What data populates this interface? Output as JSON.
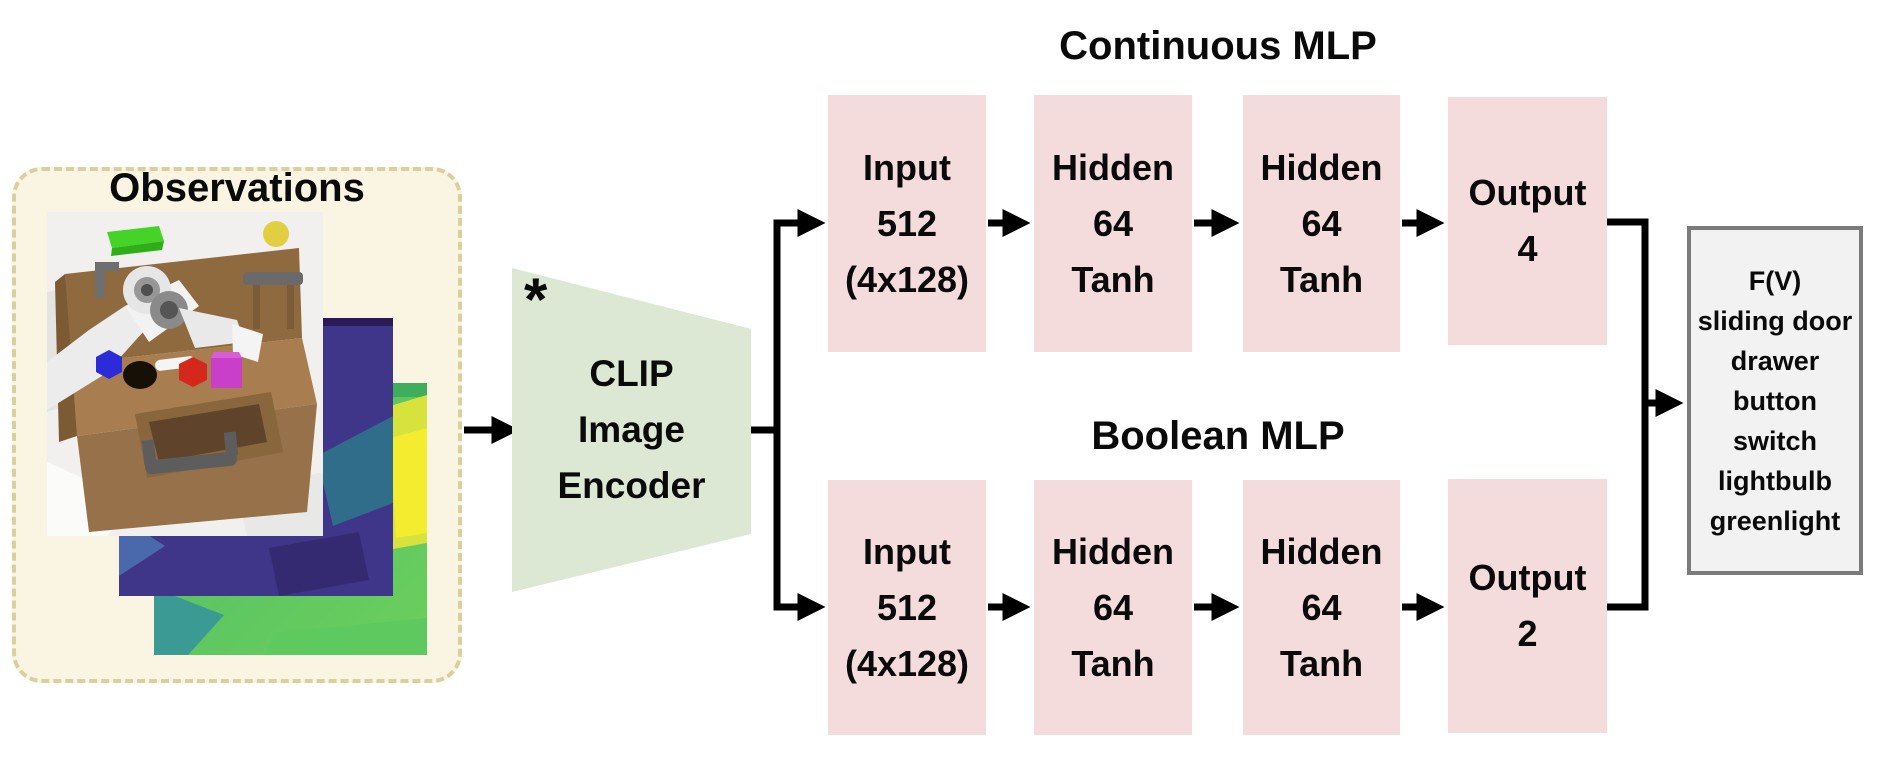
{
  "colors": {
    "canvas-bg": "#ffffff",
    "panel-bg": "#faf5e3",
    "panel-border": "#dccf9e",
    "layer-box": "#f5dcdc",
    "encoder-fill": "#dce8d4",
    "output-box-bg": "#f2f2f2",
    "output-box-border": "#7b7b7b",
    "connector": "#000000",
    "text": "#0a0a0a"
  },
  "observations": {
    "title": "Observations",
    "images": [
      "rgb-robot-scene",
      "depth-map-purple",
      "depth-map-green"
    ]
  },
  "encoder": {
    "footnote_marker": "*",
    "label": "CLIP\nImage\nEncoder"
  },
  "continuous_mlp": {
    "title": "Continuous MLP",
    "layers": [
      {
        "label": "Input\n512\n(4x128)"
      },
      {
        "label": "Hidden\n64\nTanh"
      },
      {
        "label": "Hidden\n64\nTanh"
      },
      {
        "label": "Output\n4"
      }
    ]
  },
  "boolean_mlp": {
    "title": "Boolean MLP",
    "layers": [
      {
        "label": "Input\n512\n(4x128)"
      },
      {
        "label": "Hidden\n64\nTanh"
      },
      {
        "label": "Hidden\n64\nTanh"
      },
      {
        "label": "Output\n2"
      }
    ]
  },
  "output_box": {
    "label": "F(V)\nsliding door\ndrawer\nbutton\nswitch\nlightbulb\ngreenlight"
  }
}
